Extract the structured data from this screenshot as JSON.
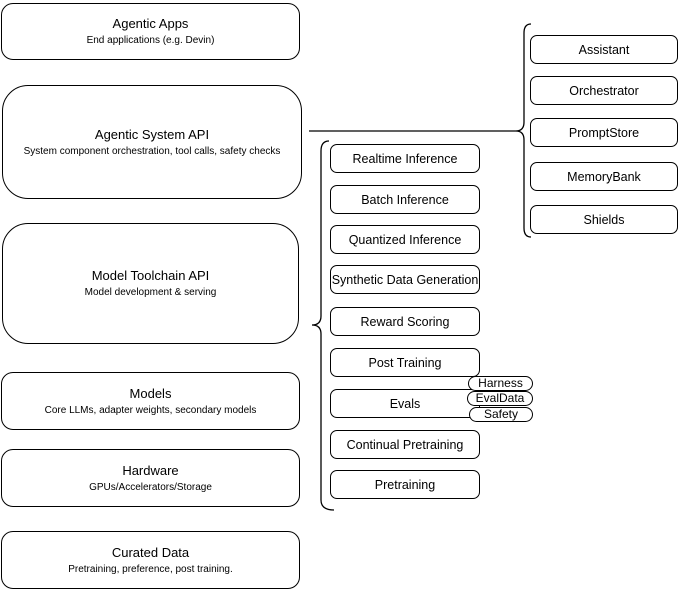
{
  "diagram": {
    "left_stack": [
      {
        "title": "Agentic Apps",
        "subtitle": "End applications (e.g. Devin)"
      },
      {
        "title": "Agentic System API",
        "subtitle": "System component orchestration, tool calls, safety checks"
      },
      {
        "title": "Model Toolchain API",
        "subtitle": "Model development & serving"
      },
      {
        "title": "Models",
        "subtitle": "Core LLMs, adapter weights, secondary models"
      },
      {
        "title": "Hardware",
        "subtitle": "GPUs/Accelerators/Storage"
      },
      {
        "title": "Curated Data",
        "subtitle": "Pretraining, preference, post training."
      }
    ],
    "toolchain_stack": [
      "Realtime Inference",
      "Batch Inference",
      "Quantized Inference",
      "Synthetic Data Generation",
      "Reward Scoring",
      "Post Training",
      "Evals",
      "Continual Pretraining",
      "Pretraining"
    ],
    "eval_pills": [
      "Harness",
      "EvalData",
      "Safety"
    ],
    "system_stack": [
      "Assistant",
      "Orchestrator",
      "PromptStore",
      "MemoryBank",
      "Shields"
    ]
  },
  "colors": {
    "background": "#ffffff",
    "node_fill": "#ffffff",
    "stroke": "#000000",
    "text": "#000000"
  }
}
